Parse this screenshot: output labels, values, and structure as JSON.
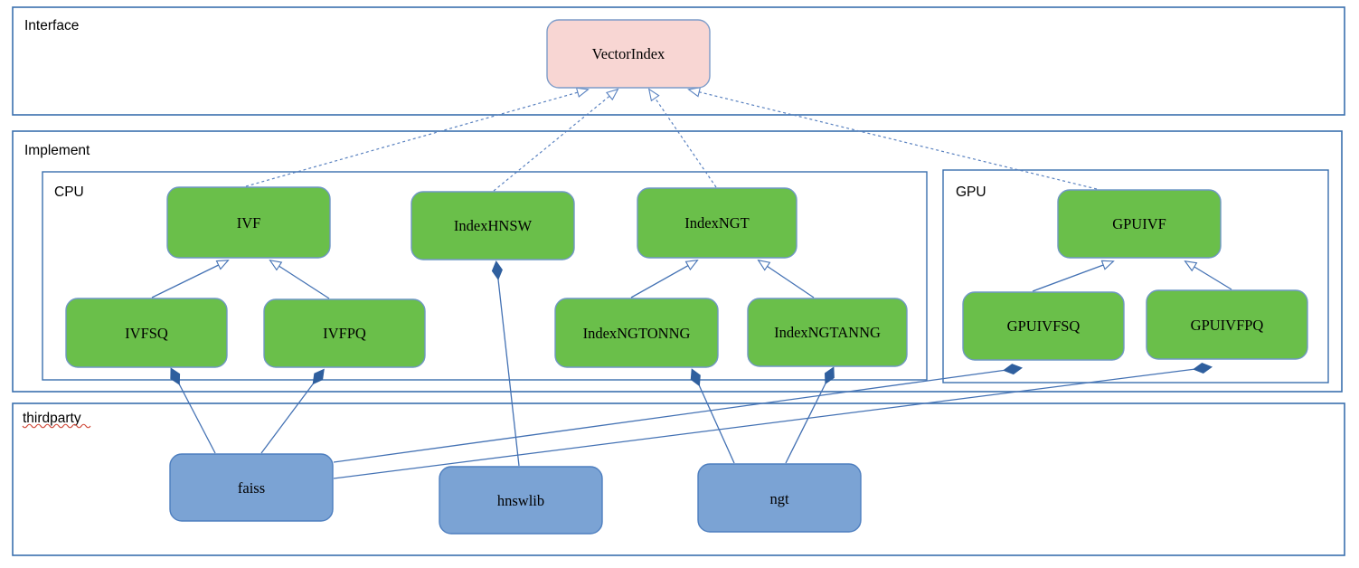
{
  "diagram": {
    "type": "uml-class-diagram",
    "sections": {
      "interface": {
        "label": "Interface"
      },
      "implement": {
        "label": "Implement"
      },
      "cpu": {
        "label": "CPU"
      },
      "gpu": {
        "label": "GPU"
      },
      "thirdparty": {
        "label": "thirdparty",
        "spellcheck_underline": true
      }
    },
    "nodes": {
      "vectorindex": {
        "label": "VectorIndex",
        "kind": "interface",
        "section": "interface"
      },
      "ivf": {
        "label": "IVF",
        "kind": "class",
        "section": "cpu"
      },
      "indexhnsw": {
        "label": "IndexHNSW",
        "kind": "class",
        "section": "cpu"
      },
      "indexngt": {
        "label": "IndexNGT",
        "kind": "class",
        "section": "cpu"
      },
      "gpuivf": {
        "label": "GPUIVF",
        "kind": "class",
        "section": "gpu"
      },
      "ivfsq": {
        "label": "IVFSQ",
        "kind": "class",
        "section": "cpu"
      },
      "ivfpq": {
        "label": "IVFPQ",
        "kind": "class",
        "section": "cpu"
      },
      "indexngtonng": {
        "label": "IndexNGTONNG",
        "kind": "class",
        "section": "cpu"
      },
      "indexngtanng": {
        "label": "IndexNGTANNG",
        "kind": "class",
        "section": "cpu"
      },
      "gpuivfsq": {
        "label": "GPUIVFSQ",
        "kind": "class",
        "section": "gpu"
      },
      "gpuivfpq": {
        "label": "GPUIVFPQ",
        "kind": "class",
        "section": "gpu"
      },
      "faiss": {
        "label": "faiss",
        "kind": "library",
        "section": "thirdparty"
      },
      "hnswlib": {
        "label": "hnswlib",
        "kind": "library",
        "section": "thirdparty"
      },
      "ngt": {
        "label": "ngt",
        "kind": "library",
        "section": "thirdparty"
      }
    },
    "edges": [
      {
        "from": "ivf",
        "to": "vectorindex",
        "type": "realization"
      },
      {
        "from": "indexhnsw",
        "to": "vectorindex",
        "type": "realization"
      },
      {
        "from": "indexngt",
        "to": "vectorindex",
        "type": "realization"
      },
      {
        "from": "gpuivf",
        "to": "vectorindex",
        "type": "realization"
      },
      {
        "from": "ivfsq",
        "to": "ivf",
        "type": "inheritance"
      },
      {
        "from": "ivfpq",
        "to": "ivf",
        "type": "inheritance"
      },
      {
        "from": "indexngtonng",
        "to": "indexngt",
        "type": "inheritance"
      },
      {
        "from": "indexngtanng",
        "to": "indexngt",
        "type": "inheritance"
      },
      {
        "from": "gpuivfsq",
        "to": "gpuivf",
        "type": "inheritance"
      },
      {
        "from": "gpuivfpq",
        "to": "gpuivf",
        "type": "inheritance"
      },
      {
        "from": "faiss",
        "to": "ivfsq",
        "type": "composition"
      },
      {
        "from": "faiss",
        "to": "ivfpq",
        "type": "composition"
      },
      {
        "from": "faiss",
        "to": "gpuivfsq",
        "type": "composition"
      },
      {
        "from": "faiss",
        "to": "gpuivfpq",
        "type": "composition"
      },
      {
        "from": "hnswlib",
        "to": "indexhnsw",
        "type": "composition"
      },
      {
        "from": "ngt",
        "to": "indexngtonng",
        "type": "composition"
      },
      {
        "from": "ngt",
        "to": "indexngtanng",
        "type": "composition"
      }
    ],
    "palette": {
      "section_border": "#3a6fae",
      "class_green_fill": "#6abf4a",
      "interface_pink_fill": "#f8d6d3",
      "library_blue_fill": "#7ba3d4",
      "node_border_blue": "#6f97c5",
      "edge_blue": "#4472b4",
      "diamond_blue": "#2f5f9e",
      "spellcheck_red": "#d04a3a",
      "text": "#000000"
    }
  }
}
